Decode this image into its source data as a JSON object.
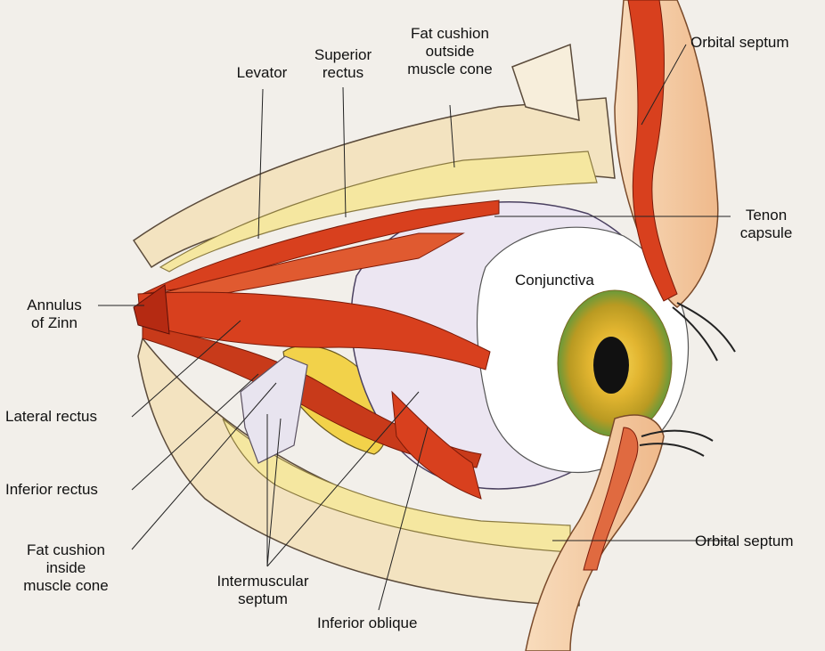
{
  "diagram": {
    "labels": {
      "levator": "Levator",
      "superior_rectus_1": "Superior",
      "superior_rectus_2": "rectus",
      "fat_outside_1": "Fat cushion",
      "fat_outside_2": "outside",
      "fat_outside_3": "muscle cone",
      "orbital_septum_top": "Orbital septum",
      "tenon_1": "Tenon",
      "tenon_2": "capsule",
      "conjunctiva": "Conjunctiva",
      "annulus_1": "Annulus",
      "annulus_2": "of Zinn",
      "lateral_rectus": "Lateral rectus",
      "inferior_rectus": "Inferior rectus",
      "fat_inside_1": "Fat cushion",
      "fat_inside_2": "inside",
      "fat_inside_3": "muscle cone",
      "intermuscular_1": "Intermuscular",
      "intermuscular_2": "septum",
      "inferior_oblique": "Inferior oblique",
      "orbital_septum_bottom": "Orbital septum"
    },
    "colors": {
      "background": "#f2efea",
      "muscle": "#d8401e",
      "muscle_dark": "#b52a12",
      "fat": "#f5e7a0",
      "fat_dark": "#e8d05a",
      "sclera": "#efeaf4",
      "iris": "#c8a020",
      "pupil": "#111111",
      "skin": "#f4c69a",
      "bone": "#f3e3c0"
    }
  }
}
